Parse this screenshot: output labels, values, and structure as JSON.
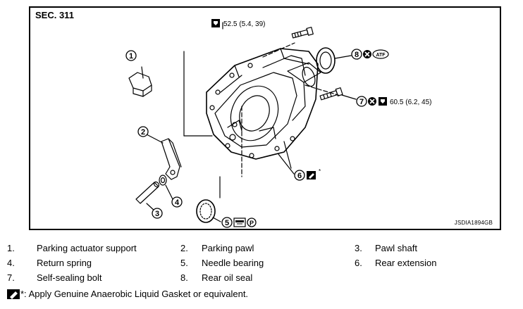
{
  "diagram": {
    "section": "SEC. 311",
    "figure_id": "JSDIA1894GB",
    "callouts": [
      {
        "num": "1"
      },
      {
        "num": "2"
      },
      {
        "num": "3"
      },
      {
        "num": "4"
      },
      {
        "num": "5"
      },
      {
        "num": "6"
      },
      {
        "num": "7"
      },
      {
        "num": "8"
      }
    ],
    "torque_top": "52.5 (5.4, 39)",
    "torque_bolt": "60.5 (6.2, 45)",
    "atf_label": "ATF",
    "grease_label": "P",
    "gasket_mark": "*",
    "icons": [
      "torque-wrench-icon",
      "do-not-reuse-icon",
      "atf-fluid-icon",
      "grease-icon",
      "liquid-gasket-icon",
      "petroleum-jelly-icon"
    ]
  },
  "legend": [
    {
      "num": "1.",
      "label": "Parking actuator support"
    },
    {
      "num": "2.",
      "label": "Parking pawl"
    },
    {
      "num": "3.",
      "label": "Pawl shaft"
    },
    {
      "num": "4.",
      "label": "Return spring"
    },
    {
      "num": "5.",
      "label": "Needle bearing"
    },
    {
      "num": "6.",
      "label": "Rear extension"
    },
    {
      "num": "7.",
      "label": "Self-sealing bolt"
    },
    {
      "num": "8.",
      "label": "Rear oil seal"
    }
  ],
  "note": "*: Apply Genuine Anaerobic Liquid Gasket or equivalent."
}
